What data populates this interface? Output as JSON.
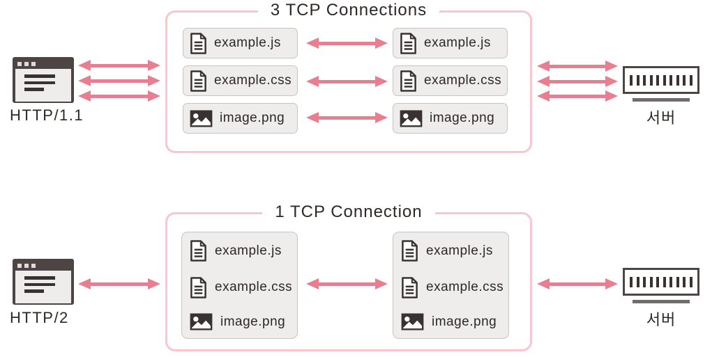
{
  "colors": {
    "pink_border": "#f8c6cc",
    "arrow": "#e87f90",
    "ink": "#2e2725",
    "chip_bg": "#efedec",
    "chip_border": "#c7c3c1",
    "icon_dark": "#4c4543"
  },
  "icons": [
    "browser-icon",
    "document-icon",
    "image-icon",
    "server-rack-icon",
    "double-arrow"
  ],
  "sections": [
    {
      "title": "3 TCP Connections",
      "client_label": "HTTP/1.1",
      "server_label": "서버",
      "connection_count": 3,
      "files": [
        {
          "name": "example.js",
          "type": "document"
        },
        {
          "name": "example.css",
          "type": "document"
        },
        {
          "name": "image.png",
          "type": "image"
        }
      ]
    },
    {
      "title": "1 TCP Connection",
      "client_label": "HTTP/2",
      "server_label": "서버",
      "connection_count": 1,
      "files": [
        {
          "name": "example.js",
          "type": "document"
        },
        {
          "name": "example.css",
          "type": "document"
        },
        {
          "name": "image.png",
          "type": "image"
        }
      ]
    }
  ]
}
